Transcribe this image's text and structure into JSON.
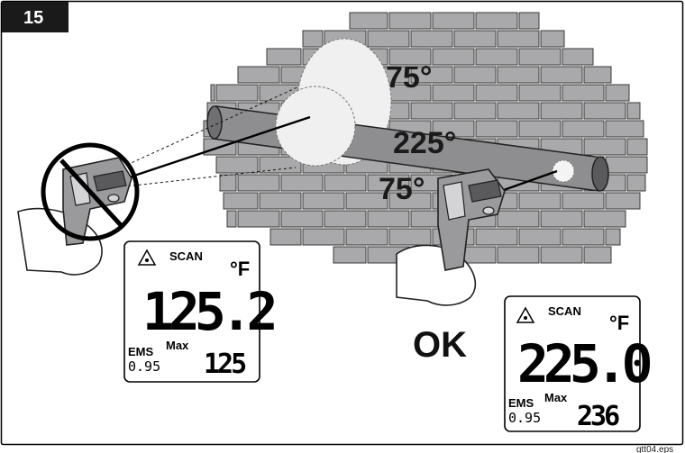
{
  "step_number": "15",
  "spot_labels": {
    "upper": "75°",
    "pipe": "225°",
    "lower": "75°"
  },
  "ok_label": "OK",
  "left_display": {
    "mode": "SCAN",
    "unit": "°F",
    "reading": "125.2",
    "ems_label": "EMS",
    "ems_value": "0.95",
    "max_label": "Max",
    "max_value": "125"
  },
  "right_display": {
    "mode": "SCAN",
    "unit": "°F",
    "reading": "225.0",
    "ems_label": "EMS",
    "ems_value": "0.95",
    "max_label": "Max",
    "max_value": "236"
  },
  "file_code": "gtt04.eps",
  "icons": {
    "warning": "laser-warning-icon",
    "prohibition": "prohibited-circle-icon"
  }
}
